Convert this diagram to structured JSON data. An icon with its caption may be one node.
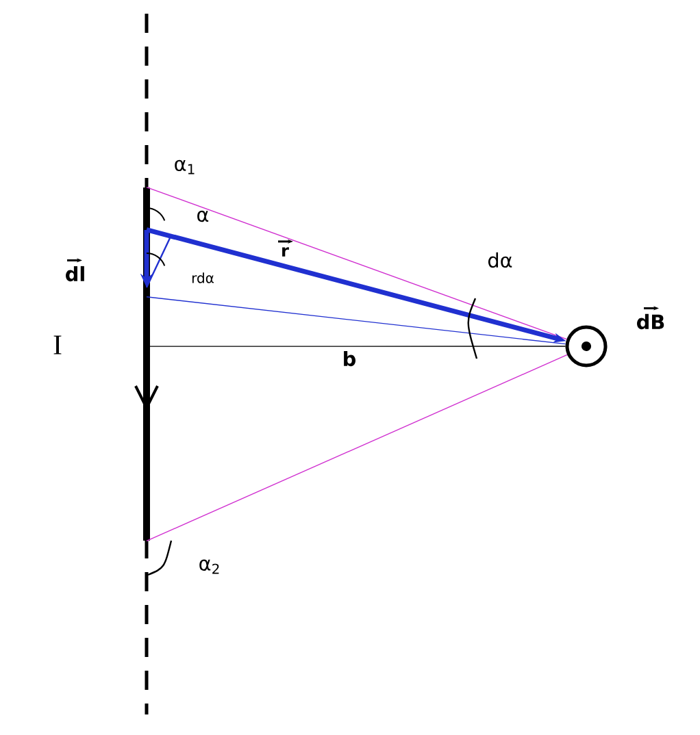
{
  "diagram": {
    "nodes": [
      {
        "text": [],
        "shape": "bar"
      },
      {
        "text": [],
        "shape": "circle",
        "beside": [
          "dB"
        ]
      }
    ],
    "edges": [
      {
        "from": 0,
        "to": 1,
        "arrow": "none",
        "color": "#d030d0"
      },
      {
        "from": 0,
        "to": 1,
        "arrow": "to",
        "label": "r",
        "style": "thick",
        "color": "#2030d0"
      },
      {
        "from": 0,
        "to": 1,
        "arrow": "none",
        "color": "#2030d0"
      },
      {
        "from": 0,
        "to": 1,
        "arrow": "none",
        "label": "b",
        "color": "#000000"
      },
      {
        "from": 0,
        "to": 1,
        "arrow": "none",
        "color": "#d030d0"
      }
    ],
    "labels": [
      "α$_{1}$",
      "dl",
      "I",
      "α",
      "rdα",
      "dα",
      "α$_{2}$"
    ]
  }
}
